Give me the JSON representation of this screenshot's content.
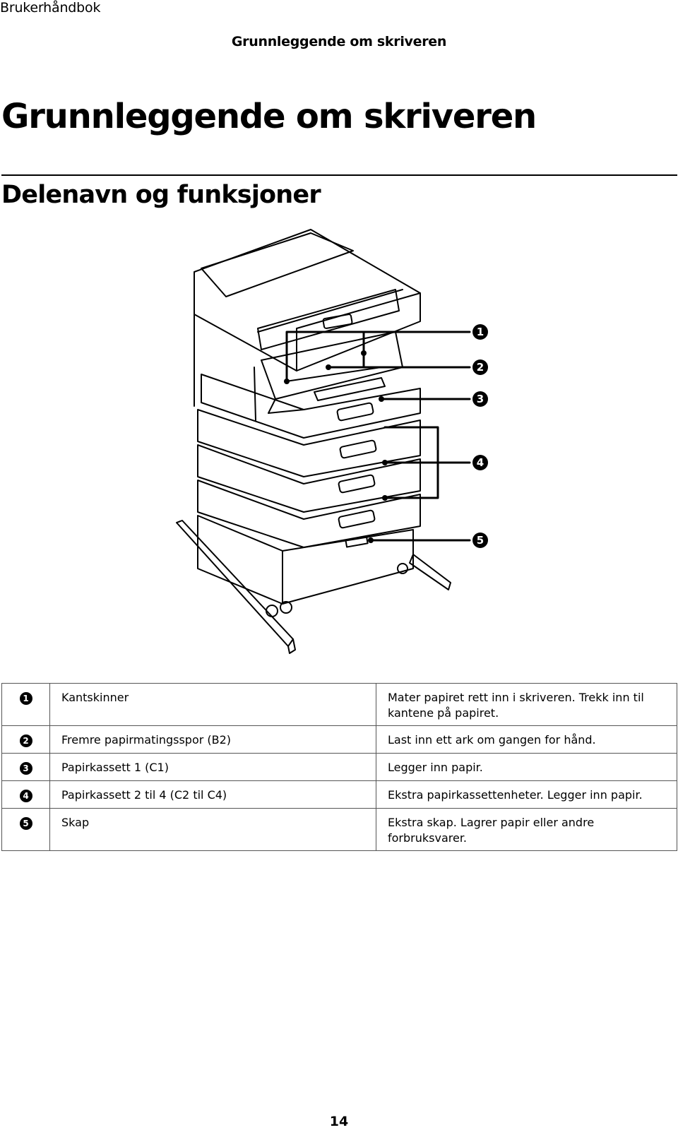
{
  "header": {
    "running_title": "Brukerhåndbok",
    "section_title": "Grunnleggende om skriveren"
  },
  "chapter_title": "Grunnleggende om skriveren",
  "subsection_title": "Delenavn og funksjoner",
  "figure": {
    "callouts": [
      "1",
      "2",
      "3",
      "4",
      "5"
    ]
  },
  "parts_table": {
    "rows": [
      {
        "number": "1",
        "part": "Kantskinner",
        "function": "Mater papiret rett inn i skriveren. Trekk inn til kantene på papiret."
      },
      {
        "number": "2",
        "part": "Fremre papirmatingsspor (B2)",
        "function": "Last inn ett ark om gangen for hånd."
      },
      {
        "number": "3",
        "part": "Papirkassett 1 (C1)",
        "function": "Legger inn papir."
      },
      {
        "number": "4",
        "part": "Papirkassett 2 til 4 (C2 til C4)",
        "function": "Ekstra papirkassettenheter. Legger inn papir."
      },
      {
        "number": "5",
        "part": "Skap",
        "function": "Ekstra skap. Lagrer papir eller andre forbruksvarer."
      }
    ]
  },
  "page_number": "14"
}
